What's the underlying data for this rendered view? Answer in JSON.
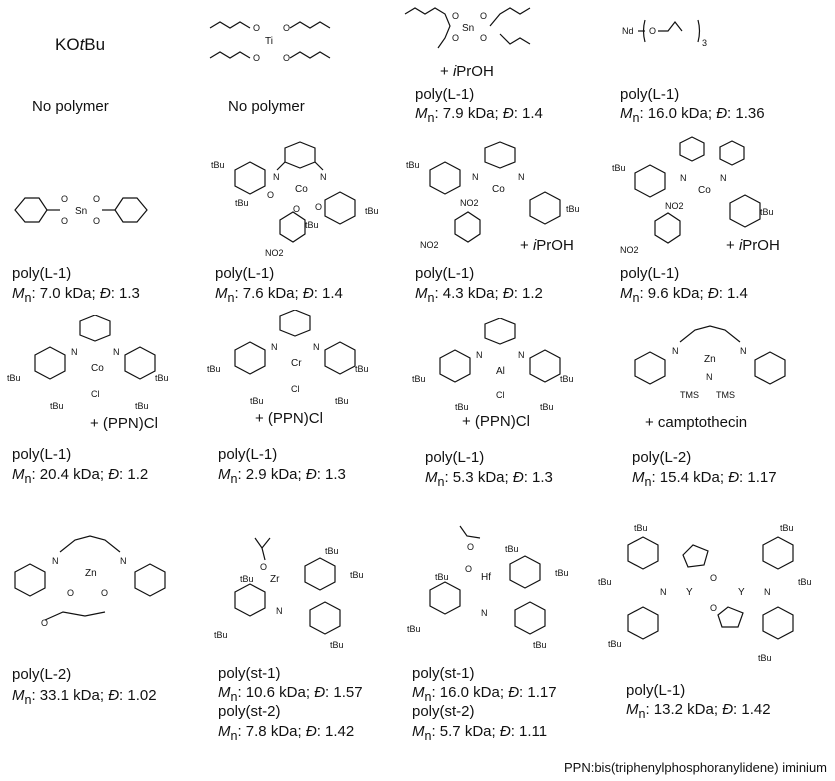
{
  "catalysts": [
    {
      "name": "KOtBu",
      "poly_label": "",
      "mn": "",
      "disp": "",
      "result": "No polymer",
      "additive": ""
    },
    {
      "name": "Ti(OBu)4",
      "poly_label": "",
      "mn": "",
      "disp": "",
      "result": "No polymer",
      "additive": ""
    },
    {
      "name": "Sn(Oct)2",
      "poly_label": "poly(L-1)",
      "mn": "7.9",
      "disp": "1.4",
      "result": "",
      "additive": "+ iPrOH"
    },
    {
      "name": "Nd(OiPr)3",
      "poly_label": "poly(L-1)",
      "mn": "16.0",
      "disp": "1.36",
      "result": "",
      "additive": ""
    },
    {
      "name": "Sn(OBz)2",
      "poly_label": "poly(L-1)",
      "mn": "7.0",
      "disp": "1.3",
      "result": "",
      "additive": ""
    },
    {
      "name": "salen-Co-OAr(NO2)",
      "poly_label": "poly(L-1)",
      "mn": "7.6",
      "disp": "1.4",
      "result": "",
      "additive": ""
    },
    {
      "name": "salen-Co-dinitrophenoxide",
      "poly_label": "poly(L-1)",
      "mn": "4.3",
      "disp": "1.2",
      "result": "",
      "additive": "+ iPrOH"
    },
    {
      "name": "salen-Co-diphenyl",
      "poly_label": "poly(L-1)",
      "mn": "9.6",
      "disp": "1.4",
      "result": "",
      "additive": "+ iPrOH"
    },
    {
      "name": "salen-CoCl",
      "poly_label": "poly(L-1)",
      "mn": "20.4",
      "disp": "1.2",
      "result": "",
      "additive": "+ (PPN)Cl"
    },
    {
      "name": "salen-CrCl",
      "poly_label": "poly(L-1)",
      "mn": "2.9",
      "disp": "1.3",
      "result": "",
      "additive": "+ (PPN)Cl"
    },
    {
      "name": "salen-AlCl",
      "poly_label": "poly(L-1)",
      "mn": "5.3",
      "disp": "1.3",
      "result": "",
      "additive": "+ (PPN)Cl"
    },
    {
      "name": "BDI-Zn-N(TMS)2",
      "poly_label": "poly(L-2)",
      "mn": "15.4",
      "disp": "1.17",
      "result": "",
      "additive": "+ camptothecin"
    },
    {
      "name": "BDI-Zn-lactate",
      "poly_label": "poly(L-2)",
      "mn": "33.1",
      "disp": "1.02",
      "result": "",
      "additive": ""
    },
    {
      "name": "Zr-aminotrisphenolate",
      "poly_label": "poly(st-1)",
      "mn": "10.6",
      "disp": "1.57",
      "poly_label2": "poly(st-2)",
      "mn2": "7.8",
      "disp2": "1.42",
      "additive": ""
    },
    {
      "name": "Hf-aminotrisphenolate",
      "poly_label": "poly(st-1)",
      "mn": "16.0",
      "disp": "1.17",
      "poly_label2": "poly(st-2)",
      "mn2": "5.7",
      "disp2": "1.11",
      "additive": ""
    },
    {
      "name": "Y2-dinuclear",
      "poly_label": "poly(L-1)",
      "mn": "13.2",
      "disp": "1.42",
      "result": "",
      "additive": ""
    }
  ],
  "text": {
    "kotbu": "KOtBu",
    "mn_prefix": "M",
    "mn_sub": "n",
    "kda_sep": ": ",
    "unit": " kDa; ",
    "d_label": "Đ",
    "footer": "PPN:bis(triphenylphosphoranylidene)  iminium"
  },
  "atoms": {
    "ti": "Ti",
    "sn": "Sn",
    "nd": "Nd",
    "co": "Co",
    "cr": "Cr",
    "al": "Al",
    "zn": "Zn",
    "zr": "Zr",
    "hf": "Hf",
    "y": "Y",
    "o": "O",
    "n": "N",
    "cl": "Cl",
    "tbu": "tBu",
    "no2": "NO2",
    "tms": "TMS",
    "three": "3"
  }
}
